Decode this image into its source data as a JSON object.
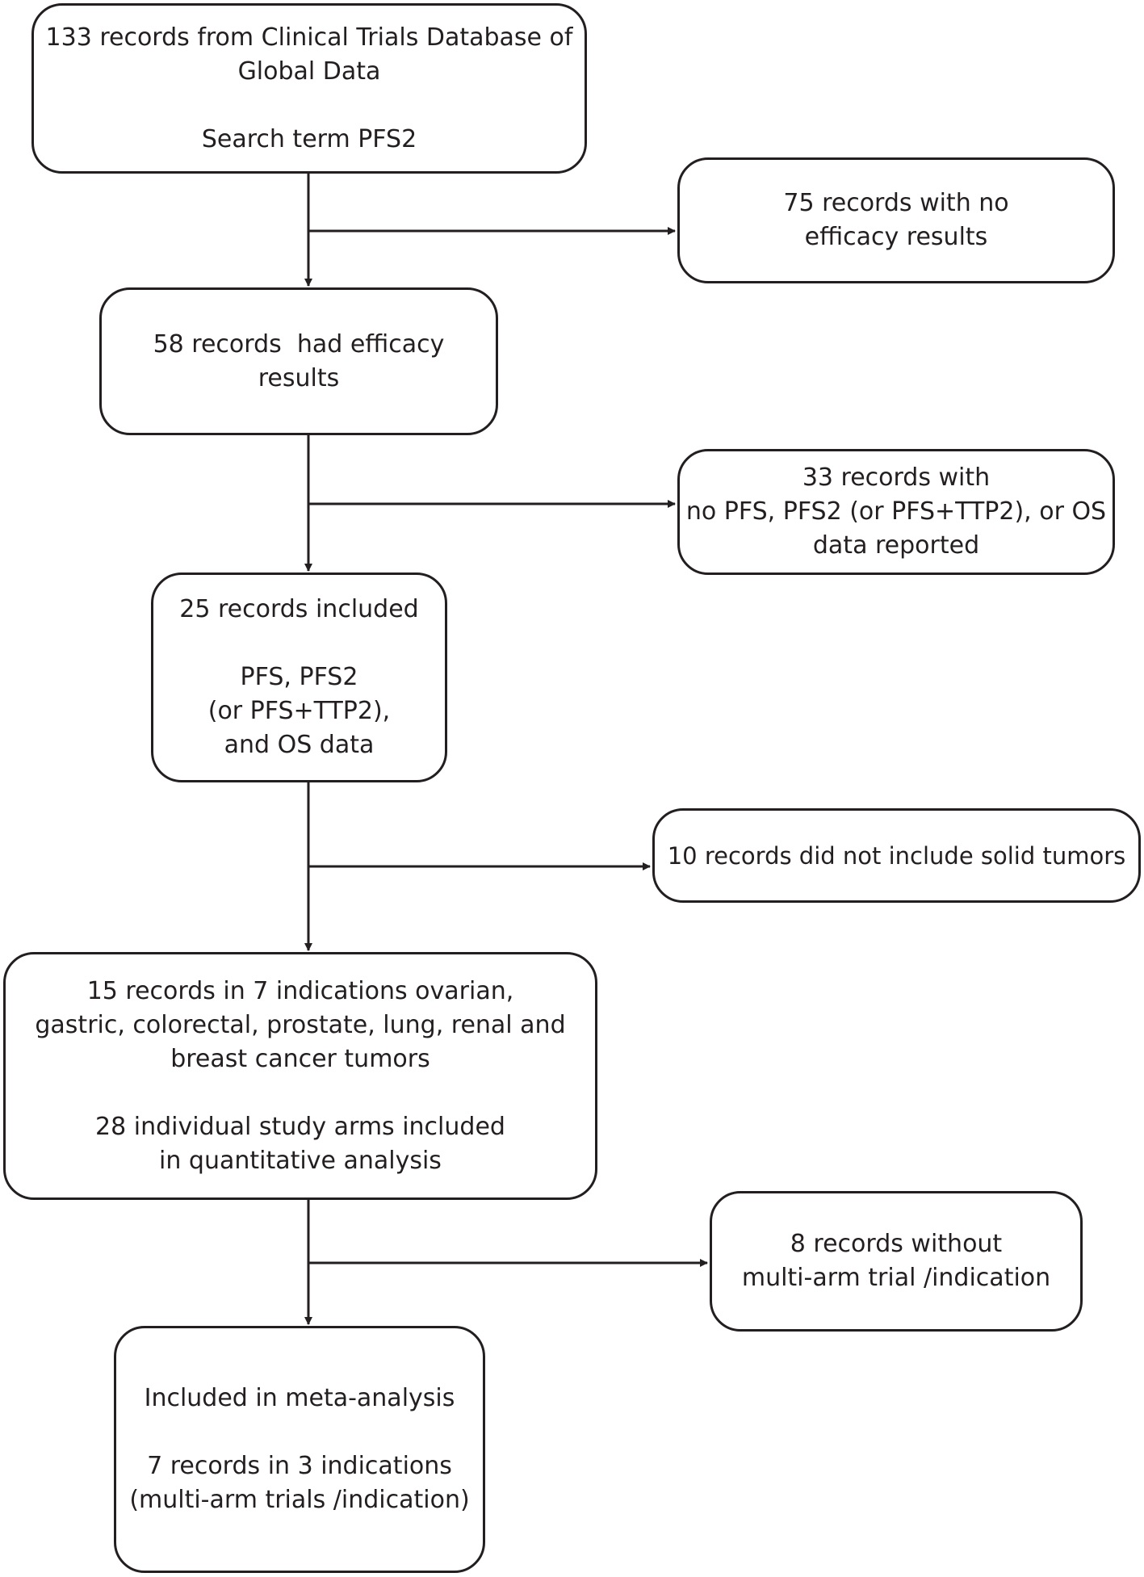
{
  "flowchart": {
    "boxes": {
      "records_found": {
        "lines": [
          "133 records from Clinical Trials Database of",
          "Global Data"
        ],
        "search": "Search term PFS2"
      },
      "excluded_no_efficacy": {
        "lines": [
          "75 records with no",
          "efficacy results"
        ]
      },
      "had_efficacy": {
        "lines": [
          "58 records  had efficacy",
          "results"
        ]
      },
      "excluded_no_data": {
        "lines": [
          "33 records with",
          "no PFS, PFS2 (or PFS+TTP2), or OS",
          "data reported"
        ]
      },
      "included": {
        "title": "25 records included",
        "lines": [
          "PFS, PFS2",
          "(or PFS+TTP2),",
          "and OS data"
        ]
      },
      "excluded_not_solid": {
        "lines": [
          "10 records did not include solid tumors"
        ]
      },
      "indications": {
        "lines": [
          "15 records in 7 indications ovarian,",
          "gastric, colorectal, prostate, lung, renal and",
          "breast cancer tumors"
        ],
        "arms": [
          "28 individual study arms included",
          "in quantitative analysis"
        ]
      },
      "excluded_no_multiarm": {
        "lines": [
          "8 records without",
          "multi-arm trial /indication"
        ]
      },
      "meta_analysis": {
        "title": "Included in meta-analysis",
        "lines": [
          "7 records in 3 indications",
          "(multi-arm trials /indication)"
        ]
      }
    }
  }
}
